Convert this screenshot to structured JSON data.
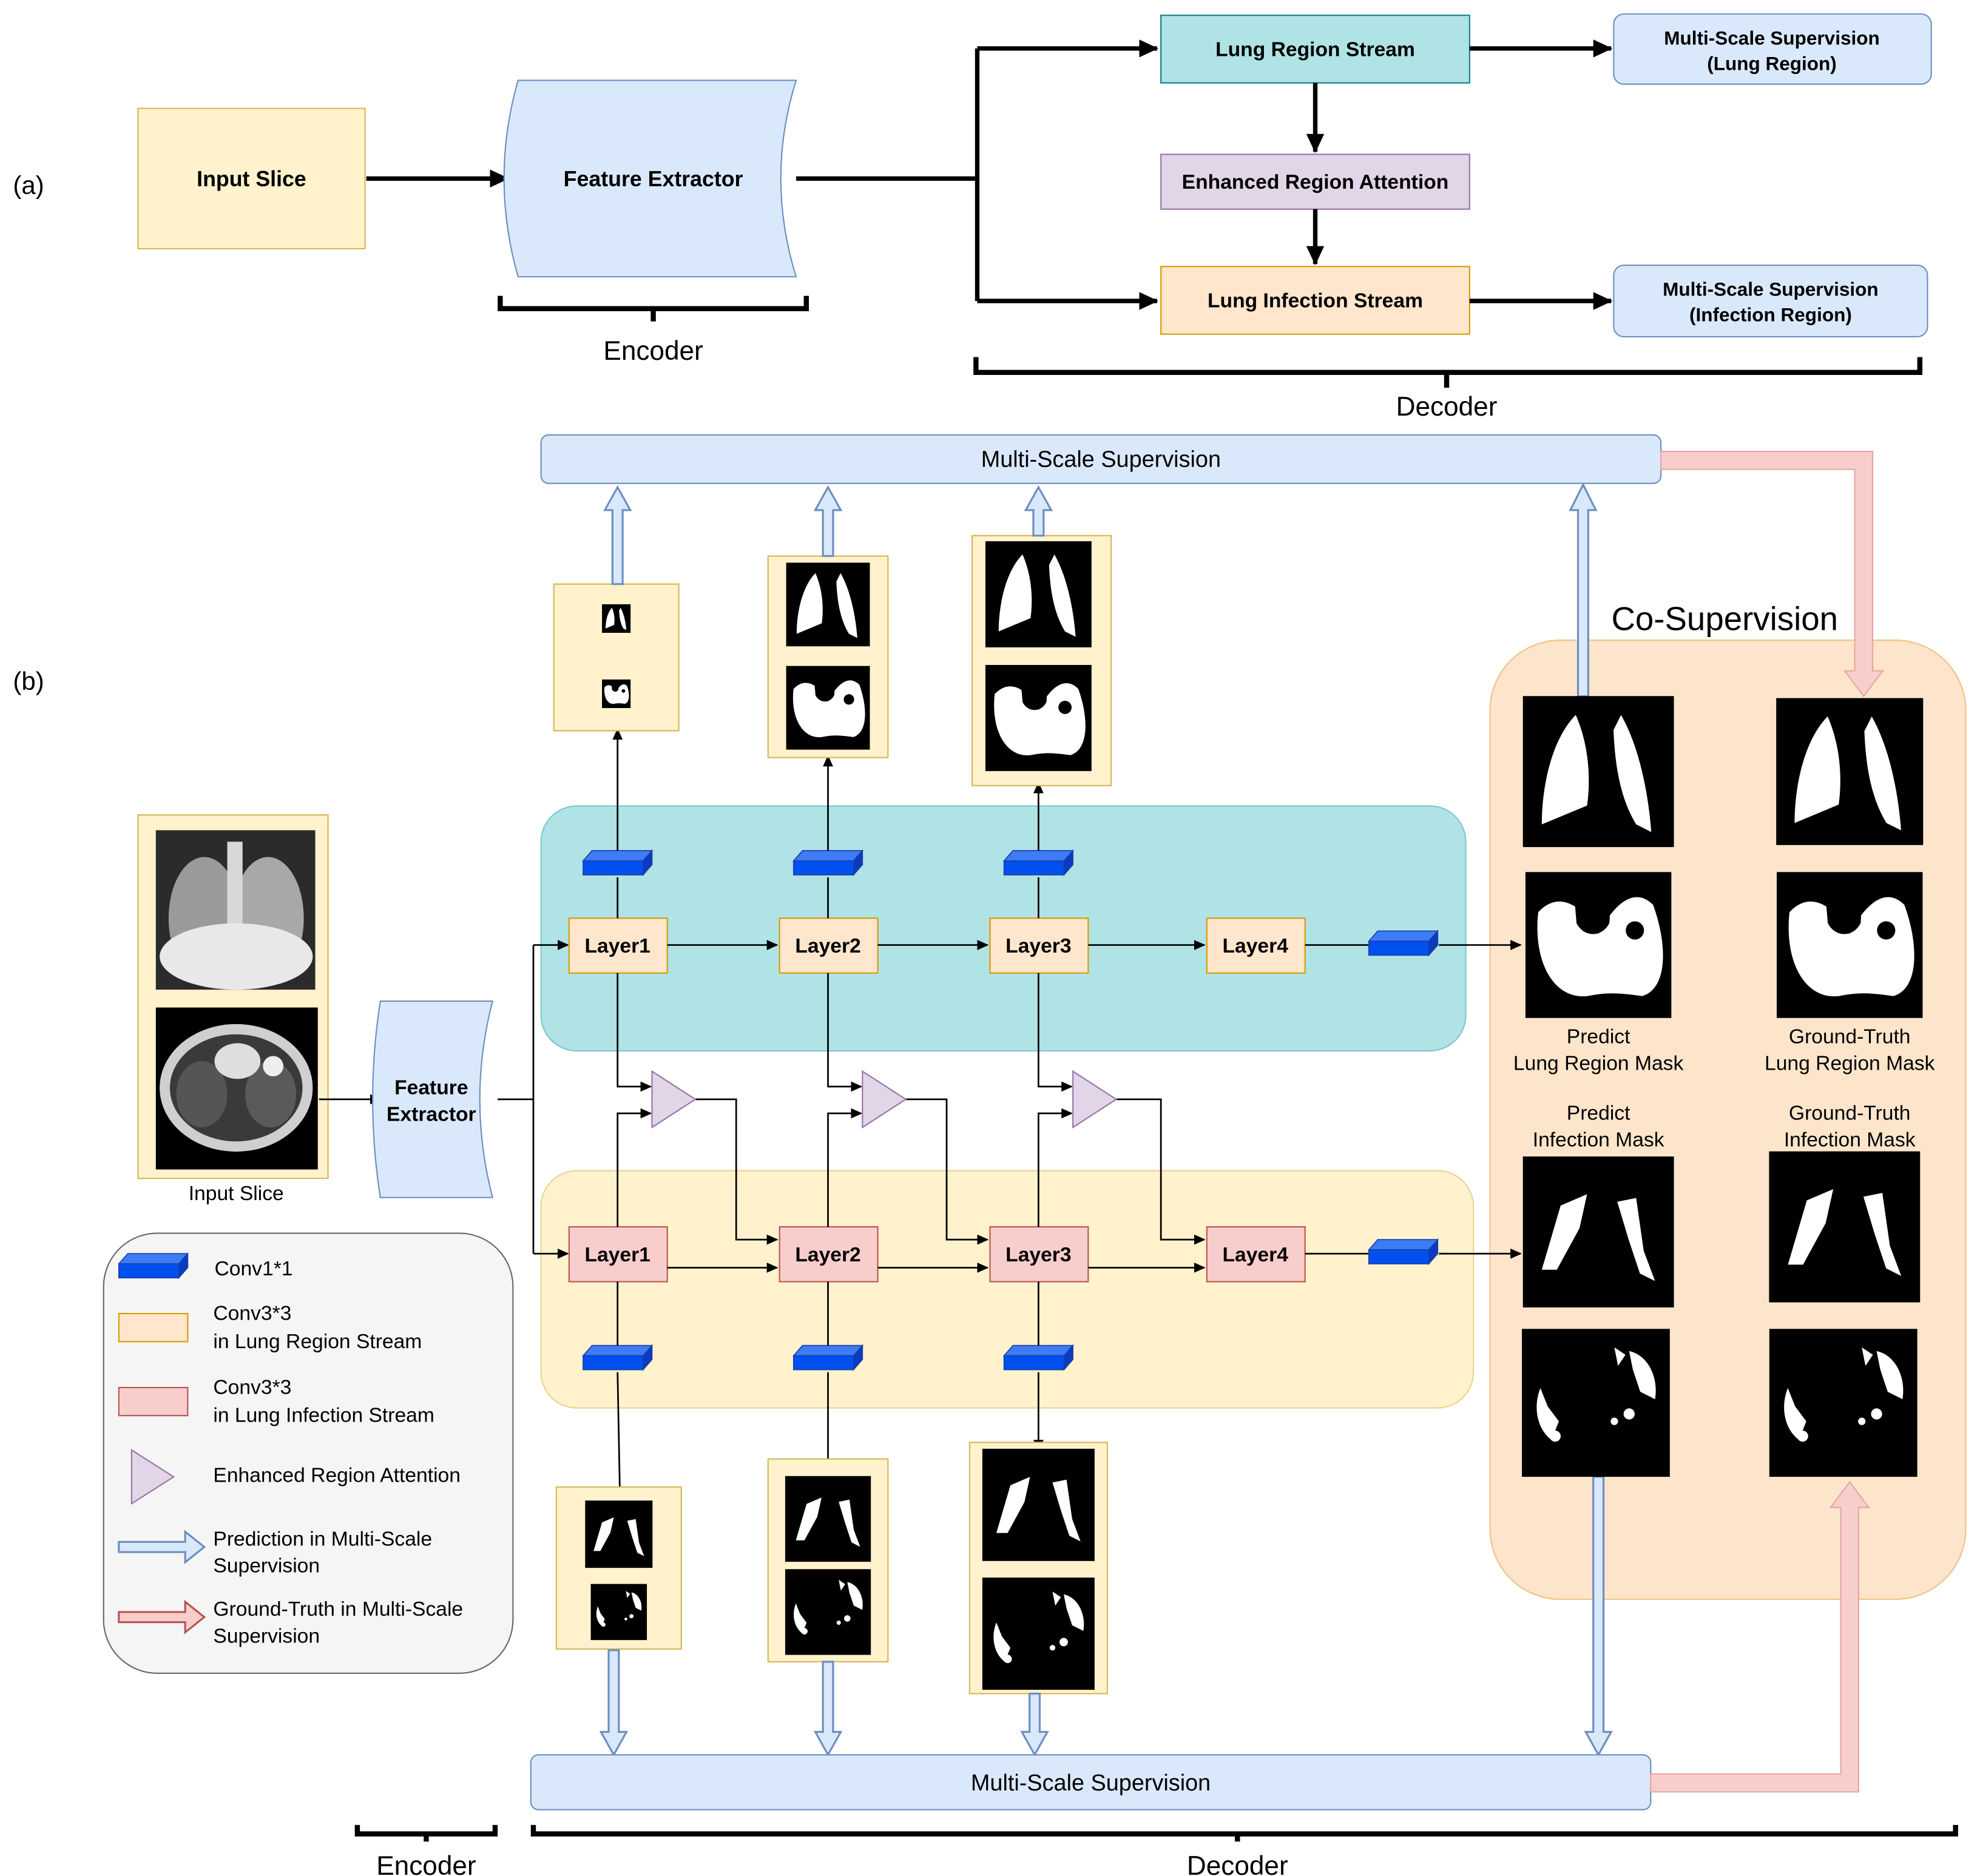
{
  "part_a": {
    "label": "(a)",
    "input_slice": "Input Slice",
    "feature_extractor": "Feature Extractor",
    "lung_region_stream": "Lung Region Stream",
    "enhanced_region_attention": "Enhanced Region Attention",
    "lung_infection_stream": "Lung Infection Stream",
    "ms_lung": [
      "Multi-Scale Supervision",
      "(Lung Region)"
    ],
    "ms_infection": [
      "Multi-Scale Supervision",
      "(Infection Region)"
    ],
    "encoder": "Encoder",
    "decoder": "Decoder"
  },
  "part_b": {
    "label": "(b)",
    "ms_top": "Multi-Scale Supervision",
    "ms_bottom": "Multi-Scale Supervision",
    "co_supervision": "Co-Supervision",
    "feature_extractor": [
      "Feature",
      "Extractor"
    ],
    "input_slice": "Input Slice",
    "region_layers": [
      "Layer1",
      "Layer2",
      "Layer3",
      "Layer4"
    ],
    "infection_layers": [
      "Layer1",
      "Layer2",
      "Layer3",
      "Layer4"
    ],
    "predict_lung": [
      "Predict",
      "Lung Region Mask"
    ],
    "gt_lung": [
      "Ground-Truth",
      "Lung Region Mask"
    ],
    "predict_infection": [
      "Predict",
      "Infection Mask"
    ],
    "gt_infection": [
      "Ground-Truth",
      "Infection Mask"
    ],
    "encoder": "Encoder",
    "decoder": "Decoder"
  },
  "legend": {
    "conv1": "Conv1*1",
    "conv3_region": [
      "Conv3*3",
      "in Lung Region Stream"
    ],
    "conv3_infection": [
      "Conv3*3",
      "in Lung Infection Stream"
    ],
    "era": "Enhanced Region Attention",
    "pred_ms": [
      "Prediction in Multi-Scale",
      "Supervision"
    ],
    "gt_ms": [
      "Ground-Truth in Multi-Scale",
      "Supervision"
    ]
  },
  "colors": {
    "input_fill": "#fff2cc",
    "input_stroke": "#d6b656",
    "encoder_fill": "#dae8fc",
    "encoder_stroke": "#6c8ebf",
    "region_stream_fill": "#b0e3e6",
    "attention_fill": "#e1d5e7",
    "infection_stream_fill": "#ffe6cc",
    "region_layer_fill": "#ffe6cc",
    "infection_layer_fill": "#f8cecc",
    "conv_blue": "#0050ef",
    "co_sup_fill": "#fde5cb",
    "legend_fill": "#f5f5f5",
    "gt_arrow": "#f8cecc"
  }
}
